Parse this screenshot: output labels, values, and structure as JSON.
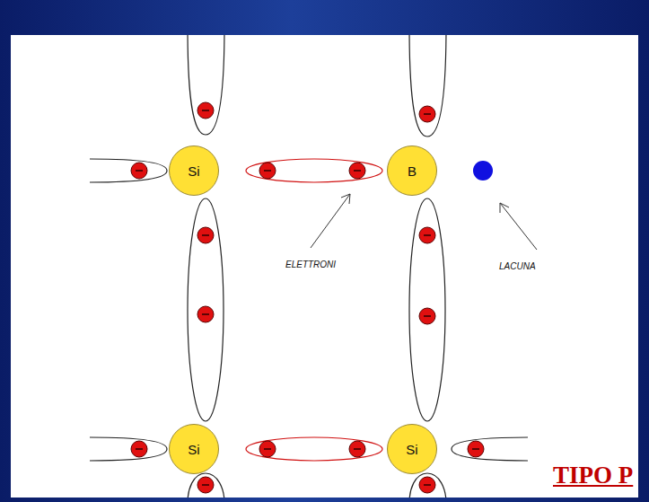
{
  "diagram": {
    "nodes": [
      {
        "text": [
          "Si"
        ]
      },
      {
        "text": [
          "B"
        ]
      },
      {
        "text": [
          "Si"
        ]
      },
      {
        "text": [
          "Si"
        ]
      }
    ],
    "labels": [
      "ELETTRONI",
      "LACUNA",
      "TIPO P"
    ]
  }
}
